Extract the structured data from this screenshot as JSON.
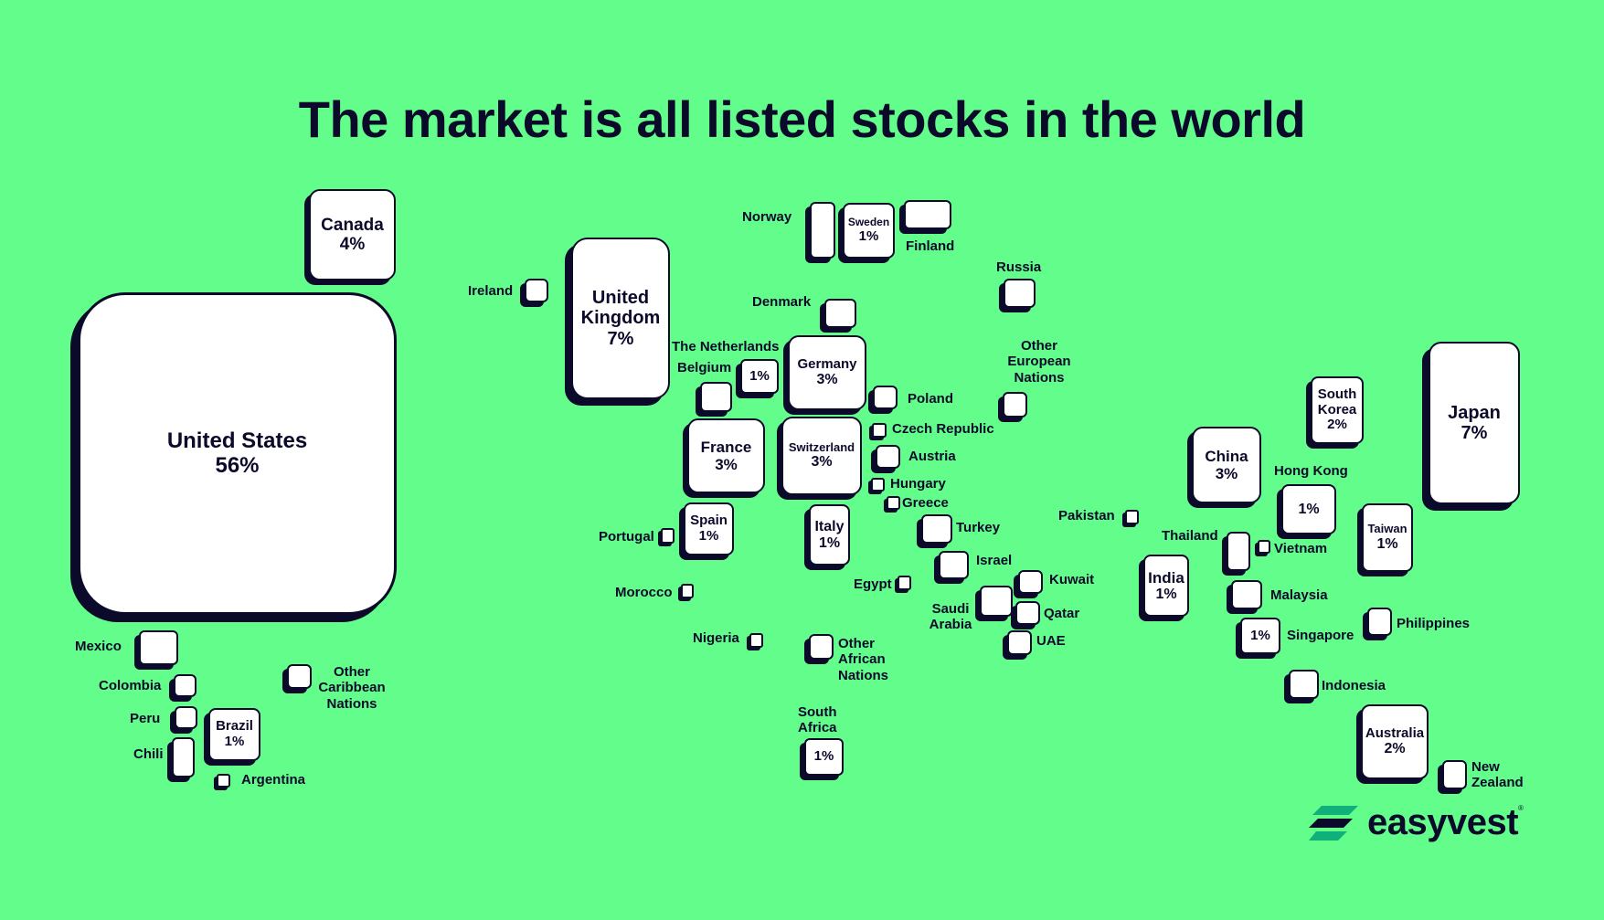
{
  "title": "The market is all listed stocks in the world",
  "brand": {
    "name": "easyvest",
    "registered": "®",
    "bg": "#63FD8C",
    "ink": "#0C0A2A",
    "logo_colors": [
      "#10B07A",
      "#0C0A2A"
    ]
  },
  "countries": {
    "united_states": {
      "name": "United States",
      "share": "56%"
    },
    "canada": {
      "name": "Canada",
      "share": "4%"
    },
    "mexico": {
      "name": "Mexico"
    },
    "colombia": {
      "name": "Colombia"
    },
    "peru": {
      "name": "Peru"
    },
    "chili": {
      "name": "Chili"
    },
    "brazil": {
      "name": "Brazil",
      "share": "1%"
    },
    "argentina": {
      "name": "Argentina"
    },
    "other_caribbean": {
      "name": "Other Caribbean Nations"
    },
    "ireland": {
      "name": "Ireland"
    },
    "united_kingdom": {
      "name": "United Kingdom",
      "share": "7%"
    },
    "norway": {
      "name": "Norway"
    },
    "sweden": {
      "name": "Sweden",
      "share": "1%"
    },
    "finland": {
      "name": "Finland"
    },
    "denmark": {
      "name": "Denmark"
    },
    "russia": {
      "name": "Russia"
    },
    "netherlands": {
      "name": "The Netherlands",
      "share": "1%"
    },
    "belgium": {
      "name": "Belgium"
    },
    "germany": {
      "name": "Germany",
      "share": "3%"
    },
    "poland": {
      "name": "Poland"
    },
    "other_european": {
      "name": "Other European Nations"
    },
    "france": {
      "name": "France",
      "share": "3%"
    },
    "switzerland": {
      "name": "Switzerland",
      "share": "3%"
    },
    "czech_republic": {
      "name": "Czech Republic"
    },
    "austria": {
      "name": "Austria"
    },
    "hungary": {
      "name": "Hungary"
    },
    "greece": {
      "name": "Greece"
    },
    "spain": {
      "name": "Spain",
      "share": "1%"
    },
    "portugal": {
      "name": "Portugal"
    },
    "italy": {
      "name": "Italy",
      "share": "1%"
    },
    "turkey": {
      "name": "Turkey"
    },
    "israel": {
      "name": "Israel"
    },
    "morocco": {
      "name": "Morocco"
    },
    "egypt": {
      "name": "Egypt"
    },
    "kuwait": {
      "name": "Kuwait"
    },
    "saudi_arabia": {
      "name": "Saudi Arabia"
    },
    "qatar": {
      "name": "Qatar"
    },
    "uae": {
      "name": "UAE"
    },
    "nigeria": {
      "name": "Nigeria"
    },
    "other_african": {
      "name": "Other African Nations"
    },
    "south_africa": {
      "name": "South Africa",
      "share": "1%"
    },
    "pakistan": {
      "name": "Pakistan"
    },
    "india": {
      "name": "India",
      "share": "1%"
    },
    "china": {
      "name": "China",
      "share": "3%"
    },
    "thailand": {
      "name": "Thailand"
    },
    "vietnam": {
      "name": "Vietnam"
    },
    "malaysia": {
      "name": "Malaysia"
    },
    "singapore": {
      "name": "Singapore",
      "share": "1%"
    },
    "indonesia": {
      "name": "Indonesia"
    },
    "hong_kong": {
      "name": "Hong Kong",
      "share": "1%"
    },
    "south_korea": {
      "name": "South Korea",
      "share": "2%"
    },
    "japan": {
      "name": "Japan",
      "share": "7%"
    },
    "taiwan": {
      "name": "Taiwan",
      "share": "1%"
    },
    "philippines": {
      "name": "Philippines"
    },
    "australia": {
      "name": "Australia",
      "share": "2%"
    },
    "new_zealand": {
      "name": "New Zealand"
    }
  }
}
